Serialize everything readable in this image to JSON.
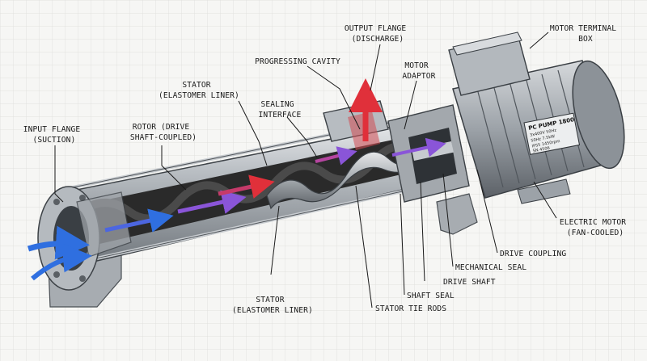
{
  "labels": {
    "input_flange": [
      "INPUT FLANGE",
      "(SUCTION)"
    ],
    "rotor": [
      "ROTOR (DRIVE",
      "SHAFT-COUPLED)"
    ],
    "stator_top": [
      "STATOR",
      "(ELASTOMER LINER)"
    ],
    "sealing_interface": [
      "SEALING",
      "INTERFACE"
    ],
    "progressing_cavity": [
      "PROGRESSING CAVITY"
    ],
    "output_flange": [
      "OUTPUT FLANGE",
      "(DISCHARGE)"
    ],
    "motor_adaptor": [
      "MOTOR",
      "ADAPTOR"
    ],
    "motor_terminal_box": [
      "MOTOR TERMINAL",
      "BOX"
    ],
    "electric_motor": [
      "ELECTRIC MOTOR",
      "(FAN-COOLED)"
    ],
    "drive_coupling": [
      "DRIVE COUPLING"
    ],
    "mechanical_seal": [
      "MECHANICAL SEAL"
    ],
    "drive_shaft": [
      "DRIVE SHAFT"
    ],
    "shaft_seal": [
      "SHAFT SEAL"
    ],
    "stator_tie_rods": [
      "STATOR TIE RODS"
    ],
    "stator_bottom": [
      "STATOR",
      "(ELASTOMER LINER)"
    ]
  },
  "nameplate": {
    "title": "PC PUMP 1800",
    "lines": [
      "3x400V 50Hz",
      "50Hz 7.5kW",
      "IP55 1450rpm",
      "SN 4506"
    ]
  },
  "colors": {
    "suction_flow": "#2f6fe0",
    "discharge_flow": "#e0303a",
    "transition_flow": "#8a55d8",
    "metal": "#9aa0a6",
    "elastomer": "#1e1e1e"
  },
  "icons": [
    "flow-arrow-icon"
  ]
}
